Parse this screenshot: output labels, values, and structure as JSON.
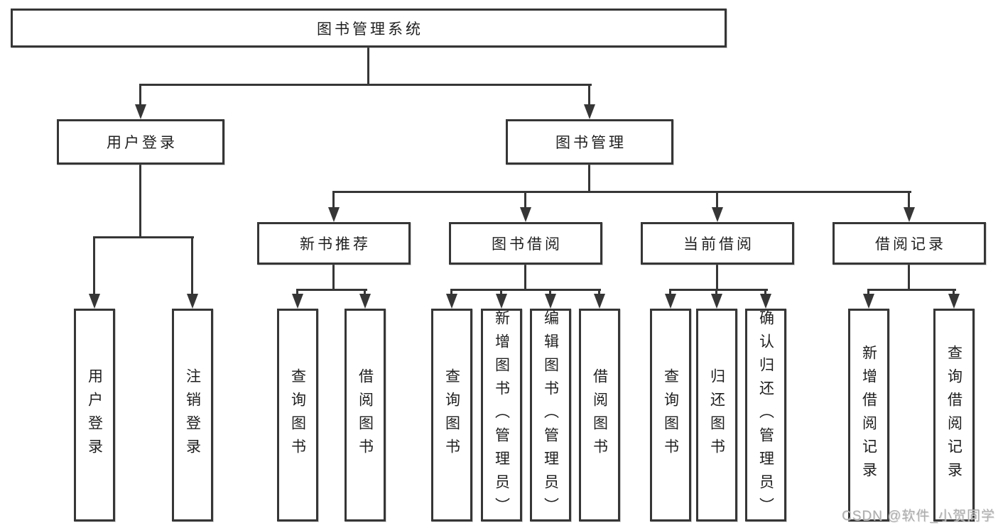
{
  "diagram": {
    "title": "图书管理系统",
    "branches": [
      {
        "label": "用户登录",
        "children": [
          {
            "label": "用户登录"
          },
          {
            "label": "注销登录"
          }
        ]
      },
      {
        "label": "图书管理",
        "children": [
          {
            "label": "新书推荐",
            "children": [
              {
                "label": "查询图书"
              },
              {
                "label": "借阅图书"
              }
            ]
          },
          {
            "label": "图书借阅",
            "children": [
              {
                "label": "查询图书"
              },
              {
                "label": "新增图书（管理员）"
              },
              {
                "label": "编辑图书（管理员）"
              },
              {
                "label": "借阅图书"
              }
            ]
          },
          {
            "label": "当前借阅",
            "children": [
              {
                "label": "查询图书"
              },
              {
                "label": "归还图书"
              },
              {
                "label": "确认归还（管理员）"
              }
            ]
          },
          {
            "label": "借阅记录",
            "children": [
              {
                "label": "新增借阅记录"
              },
              {
                "label": "查询借阅记录"
              }
            ]
          }
        ]
      }
    ]
  },
  "watermark": "CSDN @软件_小贺同学",
  "colors": {
    "line": "#363636",
    "text": "#1f1f1f",
    "watermark": "#a5a5a5",
    "background": "#ffffff"
  }
}
